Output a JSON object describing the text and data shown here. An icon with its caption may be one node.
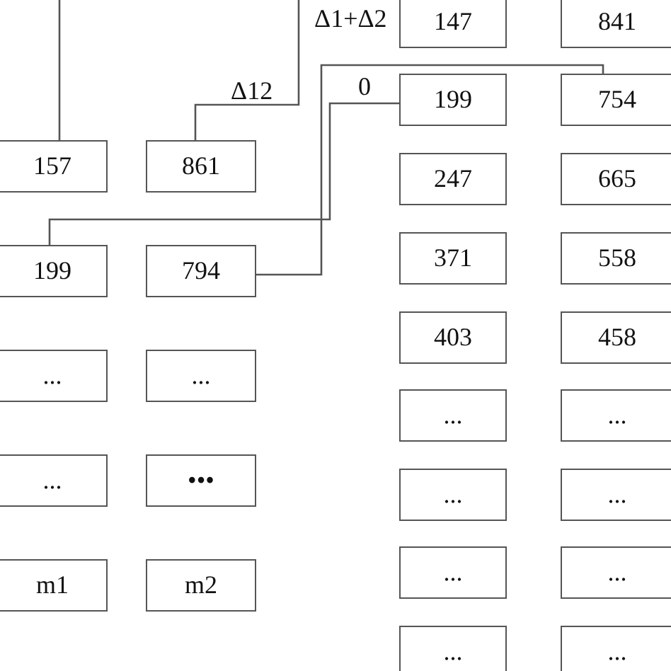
{
  "diagram": {
    "nodes": [
      {
        "text": [
          "157"
        ]
      },
      {
        "text": [
          "861"
        ]
      },
      {
        "text": [
          "199"
        ]
      },
      {
        "text": [
          "794"
        ]
      },
      {
        "text": [
          "..."
        ]
      },
      {
        "text": [
          "..."
        ]
      },
      {
        "text": [
          "..."
        ]
      },
      {
        "text": [
          "•••"
        ]
      },
      {
        "text": [
          "m1"
        ]
      },
      {
        "text": [
          "m2"
        ]
      },
      {
        "text": [
          "147"
        ]
      },
      {
        "text": [
          "841"
        ]
      },
      {
        "text": [
          "199"
        ]
      },
      {
        "text": [
          "754"
        ]
      },
      {
        "text": [
          "247"
        ]
      },
      {
        "text": [
          "665"
        ]
      },
      {
        "text": [
          "371"
        ]
      },
      {
        "text": [
          "558"
        ]
      },
      {
        "text": [
          "403"
        ]
      },
      {
        "text": [
          "458"
        ]
      },
      {
        "text": [
          "..."
        ]
      },
      {
        "text": [
          "..."
        ]
      },
      {
        "text": [
          "..."
        ]
      },
      {
        "text": [
          "..."
        ]
      },
      {
        "text": [
          "..."
        ]
      },
      {
        "text": [
          "..."
        ]
      },
      {
        "text": [
          "..."
        ]
      },
      {
        "text": [
          "..."
        ]
      }
    ],
    "edges": [
      {
        "from": null,
        "to": 0,
        "arrow": "none"
      },
      {
        "from": 1,
        "to": null,
        "arrow": "none",
        "label": "Δ12"
      },
      {
        "from": 2,
        "to": 12,
        "arrow": "none",
        "label": "0"
      },
      {
        "from": 3,
        "to": 13,
        "arrow": "none"
      }
    ],
    "labels": [
      "Δ1+Δ2"
    ]
  }
}
